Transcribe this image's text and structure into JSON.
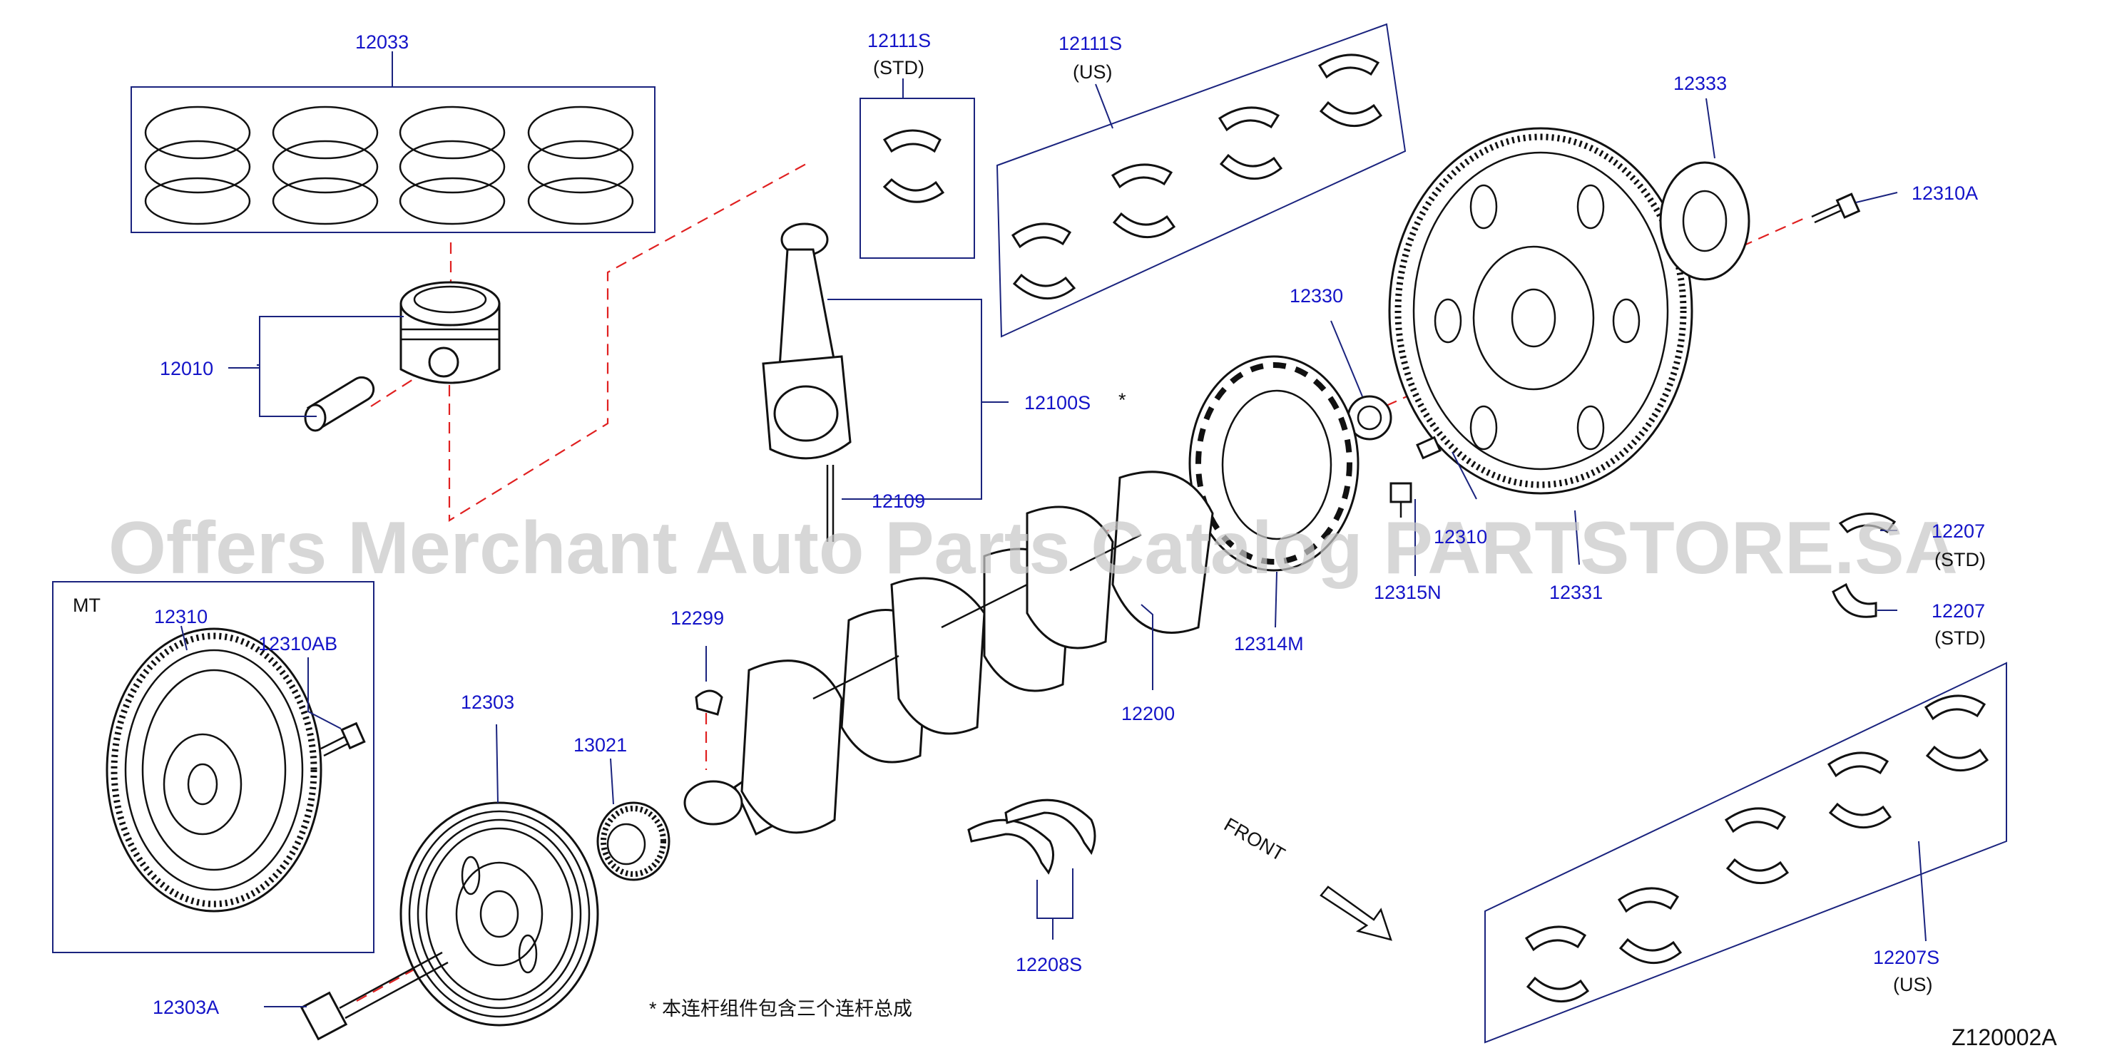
{
  "diagram_id": "Z120002A",
  "watermark": "Offers Merchant Auto Parts Catalog PARTSTORE.SA",
  "footnote": "*  本连杆组件包含三个连杆总成",
  "front_label": "FRONT",
  "mt_label": "MT",
  "labels": {
    "p12033": "12033",
    "p12111S_std": "12111S",
    "std_a": "(STD)",
    "p12111S_us": "12111S",
    "us_a": "(US)",
    "p12333": "12333",
    "p12310A": "12310A",
    "p12010": "12010",
    "p12100S": "12100S",
    "asterisk": "*",
    "p12330": "12330",
    "p12109": "12109",
    "p12310": "12310",
    "p12310AB": "12310AB",
    "p12299": "12299",
    "p12315N": "12315N",
    "p12310_mid": "12310",
    "p12331": "12331",
    "p12207_top": "12207",
    "std_b": "(STD)",
    "p12207": "12207",
    "std_c": "(STD)",
    "p12314M": "12314M",
    "p12303": "12303",
    "p13021": "13021",
    "p12200": "12200",
    "p12208S": "12208S",
    "p12303A": "12303A",
    "p12207S": "12207S",
    "us_b": "(US)"
  },
  "colors": {
    "part_number": "#1414c8",
    "leader": "#1a237e",
    "centerline": "#e02020",
    "watermark": "#c7c7c7"
  }
}
